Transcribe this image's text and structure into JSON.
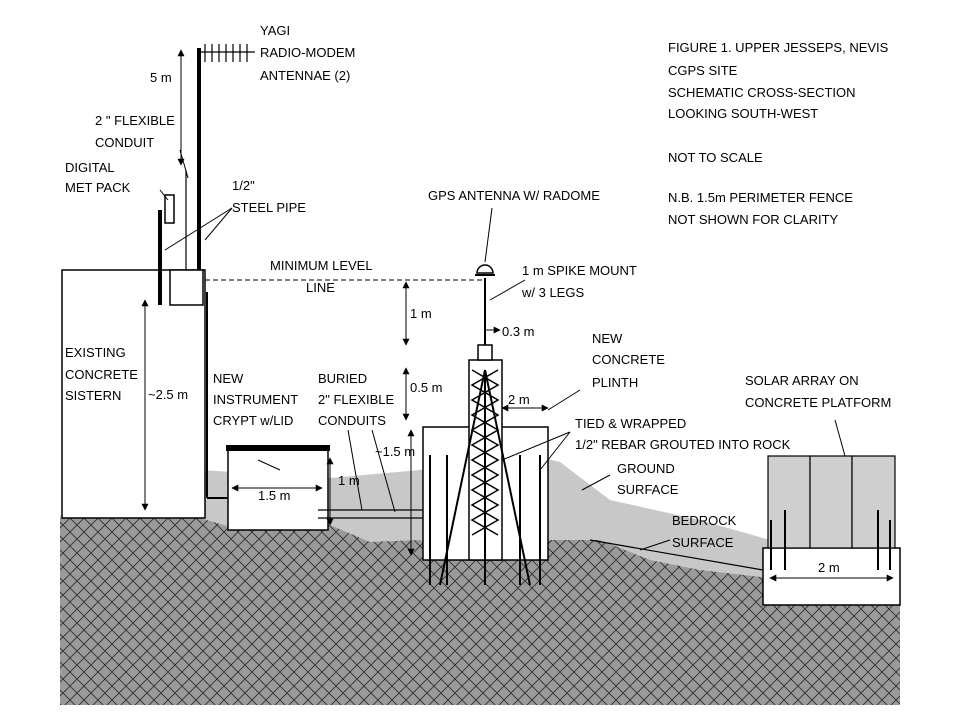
{
  "title": {
    "line1": "FIGURE 1. UPPER JESSEPS, NEVIS",
    "line2": "CGPS SITE",
    "line3": "SCHEMATIC CROSS-SECTION",
    "line4": "LOOKING SOUTH-WEST",
    "scale_note": "NOT TO SCALE",
    "nb_line1": "N.B. 1.5m PERIMETER FENCE",
    "nb_line2": "NOT SHOWN FOR CLARITY"
  },
  "labels": {
    "yagi1": "YAGI",
    "yagi2": "RADIO-MODEM",
    "yagi3": "ANTENNAE (2)",
    "conduit1": "2 \" FLEXIBLE",
    "conduit2": "CONDUIT",
    "met1": "DIGITAL",
    "met2": "MET PACK",
    "steel1": "1/2\"",
    "steel2": "STEEL PIPE",
    "gps": "GPS ANTENNA W/ RADOME",
    "minlevel1": "MINIMUM LEVEL",
    "minlevel2": "LINE",
    "spike1": "1 m SPIKE MOUNT",
    "spike2": "w/ 3 LEGS",
    "sistern1": "EXISTING",
    "sistern2": "CONCRETE",
    "sistern3": "SISTERN",
    "crypt1": "NEW",
    "crypt2": "INSTRUMENT",
    "crypt3": "CRYPT w/LID",
    "buried1": "BURIED",
    "buried2": "2\" FLEXIBLE",
    "buried3": "CONDUITS",
    "plinth1": "NEW",
    "plinth2": "CONCRETE",
    "plinth3": "PLINTH",
    "rebar1": "TIED & WRAPPED",
    "rebar2": "1/2\" REBAR GROUTED INTO ROCK",
    "ground1": "GROUND",
    "ground2": "SURFACE",
    "bedrock1": "BEDROCK",
    "bedrock2": "SURFACE",
    "solar1": "SOLAR ARRAY ON",
    "solar2": "CONCRETE PLATFORM"
  },
  "dimensions": {
    "mast": "5 m",
    "sistern_height": "~2.5 m",
    "spike": "1 m",
    "spike_offset": "0.3 m",
    "plinth_top": "0.5 m",
    "plinth_width": "2 m",
    "plinth_depth": "~1.5 m",
    "crypt_width": "1.5 m",
    "crypt_depth": "1 m",
    "solar_width": "2 m"
  },
  "colors": {
    "ground_fill": "#c8c8c8",
    "bedrock_fill": "#9a9a9a",
    "solar_fill": "#cfcfcf"
  }
}
